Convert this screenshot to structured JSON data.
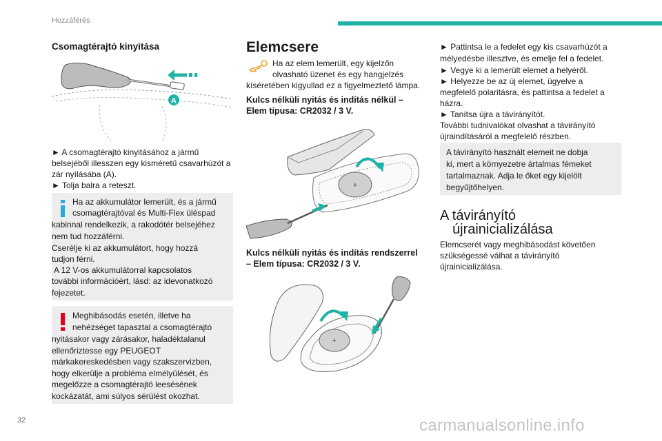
{
  "header": {
    "section": "Hozzáférés",
    "accent_color": "#1fb3a5"
  },
  "col1": {
    "title": "Csomagtérajtó kinyitása",
    "figure_label": "A",
    "steps": [
      "► A csomagtérajtó kinyitásához a jármű",
      "belsejéből illesszen egy kisméretű csavarhúzót a",
      "zár nyílásába (A).",
      "► Tolja balra a reteszt."
    ],
    "info_lines": [
      "Ha az akkumulátor lemerült, és a jármű",
      "csomagtérajtóval és Multi-Flex üléspad",
      "kabinnal rendelkezik, a rakodótér belsejéhez",
      "nem tud hozzáférni.",
      "Cserélje ki az akkumulátort, hogy hozzá",
      "tudjon férni.",
      "A 12 V-os akkumulátorral kapcsolatos",
      "további információért, lásd: az idevonatkozó",
      "fejezetet."
    ],
    "warning_lines": [
      "Meghibásodás esetén, illetve ha",
      "nehézséget tapasztal a csomagtérajtó",
      "nyitásakor vagy zárásakor, haladéktalanul",
      "ellenőriztesse egy PEUGEOT",
      "márkakereskedésben vagy szakszervizben,",
      "hogy elkerülje a probléma elmélyülését, és",
      "megelőzze a csomagtérajtó leesésének",
      "kockázatát, ami súlyos sérülést okozhat."
    ]
  },
  "col2": {
    "heading": "Elemcsere",
    "intro_lines": [
      "Ha az elem lemerült, egy kijelzőn",
      "olvasható üzenet és egy hangjelzés",
      "kíséretében kigyullad ez a figyelmeztető lámpa."
    ],
    "sub1_lines": [
      "Kulcs nélküli nyitás és indítás nélkül –",
      "Elem típusa: CR2032 / 3 V."
    ],
    "sub2_lines": [
      "Kulcs nélküli nyitás és indítás rendszerrel",
      "– Elem típusa: CR2032 / 3 V."
    ]
  },
  "col3": {
    "steps": [
      "► Pattintsa le a fedelet egy kis csavarhúzót a",
      "mélyedésbe illesztve, és emelje fel a fedelet.",
      "► Vegye ki a lemerült elemet a helyéről.",
      "► Helyezze be az új elemet, ügyelve a",
      "megfelelő polaritásra, és pattintsa a fedelet a",
      "házra.",
      "► Tanítsa újra a távirányítót.",
      "További tudnivalókat olvashat a távirányító",
      "újraindításáról a megfelelő részben."
    ],
    "note_lines": [
      "A távirányító használt elemeit ne dobja",
      "ki, mert a környezetre ártalmas fémeket",
      "tartalmaznak. Adja le őket egy kijelölt",
      "begyűjtőhelyen."
    ],
    "heading_lines": [
      "A távirányító",
      "újrainicializálása"
    ],
    "body_lines": [
      "Elemcserét vagy meghibásodást követően",
      "szükségessé válhat a távirányító",
      "újrainicializálása."
    ]
  },
  "footer": {
    "page_number": "32",
    "watermark": "carmanualsonline.info"
  }
}
